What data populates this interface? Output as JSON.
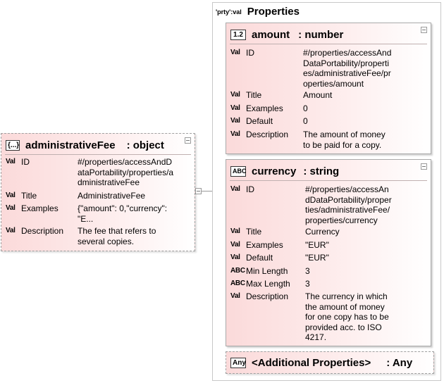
{
  "root": {
    "badge": "{...}",
    "name": "administrativeFee",
    "type": ": object",
    "props": [
      {
        "kind": "Val",
        "name": "ID",
        "value": "#/properties/accessAndD\nataPortability/properties/a\ndministrativeFee"
      },
      {
        "kind": "Val",
        "name": "Title",
        "value": "AdministrativeFee"
      },
      {
        "kind": "Val",
        "name": "Examples",
        "value": "{\"amount\": 0,\"currency\":\n\"E..."
      },
      {
        "kind": "Val",
        "name": "Description",
        "value": "The fee that refers to\nseveral copies."
      }
    ]
  },
  "container": {
    "badge": "'prty':val",
    "title": "Properties"
  },
  "amount": {
    "badge": "1.2",
    "name": "amount",
    "type": ": number",
    "props": [
      {
        "kind": "Val",
        "name": "ID",
        "value": "#/properties/accessAnd\nDataPortability/properti\nes/administrativeFee/pr\noperties/amount"
      },
      {
        "kind": "Val",
        "name": "Title",
        "value": "Amount"
      },
      {
        "kind": "Val",
        "name": "Examples",
        "value": "0"
      },
      {
        "kind": "Val",
        "name": "Default",
        "value": "0"
      },
      {
        "kind": "Val",
        "name": "Description",
        "value": "The amount of money\nto be paid for a copy."
      }
    ]
  },
  "currency": {
    "badge": "ABC",
    "name": "currency",
    "type": ": string",
    "props": [
      {
        "kind": "Val",
        "name": "ID",
        "value": "#/properties/accessAn\ndDataPortability/proper\nties/administrativeFee/\nproperties/currency"
      },
      {
        "kind": "Val",
        "name": "Title",
        "value": "Currency"
      },
      {
        "kind": "Val",
        "name": "Examples",
        "value": "\"EUR\""
      },
      {
        "kind": "Val",
        "name": "Default",
        "value": "\"EUR\""
      },
      {
        "kind": "ABC",
        "name": "Min Length",
        "value": "3"
      },
      {
        "kind": "ABC",
        "name": "Max Length",
        "value": "3"
      },
      {
        "kind": "Val",
        "name": "Description",
        "value": "The currency in which\nthe amount of money\nfor one copy has to be\nprovided acc. to ISO\n4217."
      }
    ]
  },
  "additional": {
    "badge": "Any",
    "name": "<Additional Properties>",
    "type": ": Any"
  }
}
